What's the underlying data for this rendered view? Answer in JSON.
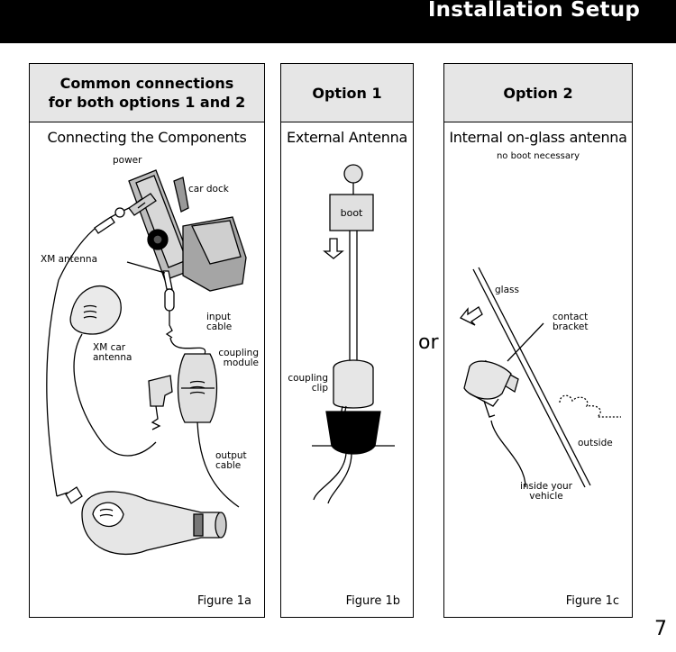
{
  "header": {
    "title": "Installation Setup"
  },
  "panels": {
    "common": {
      "header_line1": "Common connections",
      "header_line2": "for both options 1 and 2",
      "subtitle": "Connecting the Components",
      "labels": {
        "power": "power",
        "car_dock": "car dock",
        "xm_antenna": "XM antenna",
        "input_cable_1": "input",
        "input_cable_2": "cable",
        "xm_car_antenna_1": "XM car",
        "xm_car_antenna_2": "antenna",
        "coupling_module_1": "coupling",
        "coupling_module_2": "module",
        "output_cable_1": "output",
        "output_cable_2": "cable"
      },
      "figure": "Figure 1a"
    },
    "option1": {
      "header": "Option 1",
      "subtitle": "External Antenna",
      "labels": {
        "boot": "boot",
        "coupling_clip_1": "coupling",
        "coupling_clip_2": "clip"
      },
      "figure": "Figure 1b"
    },
    "option2": {
      "header": "Option 2",
      "subtitle": "Internal on-glass antenna",
      "note": "no boot necessary",
      "labels": {
        "glass": "glass",
        "contact_bracket_1": "contact",
        "contact_bracket_2": "bracket",
        "outside": "outside",
        "inside_vehicle_1": "inside your",
        "inside_vehicle_2": "vehicle"
      },
      "figure": "Figure 1c"
    }
  },
  "separator_word": "or",
  "page_number": "7"
}
